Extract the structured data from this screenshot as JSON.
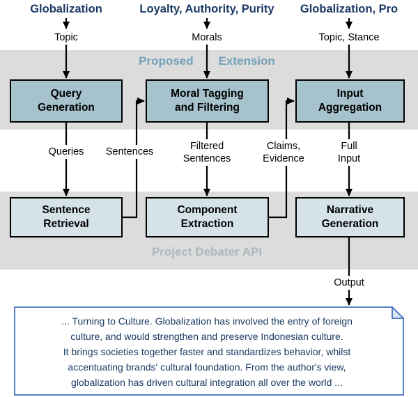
{
  "diagram": {
    "inputs": {
      "topic": {
        "value": "Globalization",
        "label": "Topic"
      },
      "morals": {
        "value": "Loyalty, Authority, Purity",
        "label": "Morals"
      },
      "topic_stance": {
        "value": "Globalization, Pro",
        "label": "Topic, Stance"
      }
    },
    "proposed_band": {
      "word1": "Proposed",
      "word2": "Extension"
    },
    "api_band": {
      "label": "Project Debater API"
    },
    "modules": {
      "query_generation": "Query\nGeneration",
      "moral_tagging": "Moral Tagging\nand Filtering",
      "input_aggregation": "Input\nAggregation",
      "sentence_retrieval": "Sentence\nRetrieval",
      "component_extraction": "Component\nExtraction",
      "narrative_generation": "Narrative\nGeneration"
    },
    "edges": {
      "queries": "Queries",
      "sentences": "Sentences",
      "filtered_sentences": "Filtered\nSentences",
      "claims_evidence": "Claims,\nEvidence",
      "full_input": "Full\nInput",
      "output": "Output"
    },
    "output_note": "... Turning to Culture. Globalization has involved the entry of foreign\nculture, and would strengthen and preserve Indonesian culture.\nIt brings societies together faster and standardizes behavior, whilst\naccentuating brands' cultural foundation. From the author's view,\nglobalization has driven cultural integration all over the world ..."
  },
  "colors": {
    "navy_text": "#1a3a63",
    "band_gray": "#dcdcdc",
    "module_dark": "#a5c2cd",
    "module_light": "#d5e3e9",
    "proposed_title": "#74a1b8",
    "api_title": "#aeb7bc",
    "note_border": "#4472c4",
    "note_fold": "#dce6f3",
    "arrow": "#000000"
  }
}
